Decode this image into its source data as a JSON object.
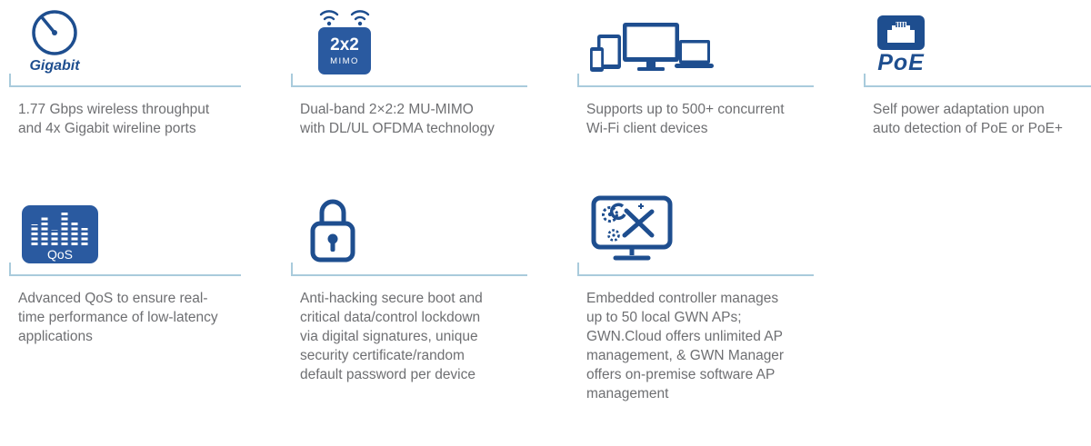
{
  "colors": {
    "icon_navy": "#1e4e8f",
    "badge_blue": "#2a5aa0",
    "divider_blue": "#a9cbdc",
    "text_gray": "#6e6f72"
  },
  "features": [
    {
      "icon": "gigabit-gauge-icon",
      "label": "Gigabit",
      "text": "1.77 Gbps wireless throughput and 4x Gigabit wireline ports"
    },
    {
      "icon": "wifi-mimo-icon",
      "box_line1": "2x2",
      "box_line2": "MIMO",
      "text": "Dual-band 2×2:2 MU-MIMO with DL/UL OFDMA technology"
    },
    {
      "icon": "client-devices-icon",
      "text": "Supports up to 500+ concurrent Wi-Fi client devices"
    },
    {
      "icon": "poe-port-icon",
      "label": "PoE",
      "text": "Self power adaptation upon auto detection of PoE or PoE+"
    },
    {
      "icon": "qos-equalizer-icon",
      "label": "QoS",
      "text": "Advanced QoS to ensure real-time performance of low-latency applications"
    },
    {
      "icon": "padlock-icon",
      "text": "Anti-hacking secure boot and critical data/control lockdown via digital signatures, unique security certificate/random default password per device"
    },
    {
      "icon": "ap-controller-icon",
      "text": "Embedded controller manages up to 50 local GWN APs; GWN.Cloud offers unlimited AP management, & GWN Manager offers on-premise software AP management"
    }
  ]
}
